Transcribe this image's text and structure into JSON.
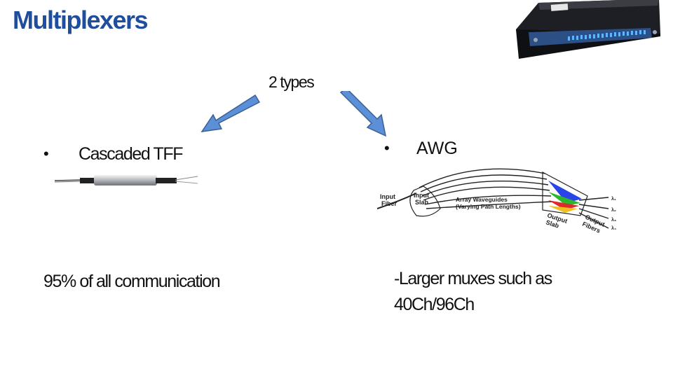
{
  "slide": {
    "title": "Multiplexers",
    "subtitle": "2 types",
    "left": {
      "bullet": "•",
      "label": "Cascaded TFF",
      "note": "95% of all communication"
    },
    "right": {
      "bullet": "•",
      "label": "AWG",
      "note": "-Larger muxes such as 40Ch/96Ch"
    },
    "awg_diagram": {
      "input_fiber": [
        "Input",
        "Fiber"
      ],
      "input_slab": [
        "Input",
        "Slab"
      ],
      "waveguides": [
        "Array Waveguides",
        "(Varying Path Lengths)"
      ],
      "output_slab": [
        "Output",
        "Slab"
      ],
      "output_fibers": [
        "Output",
        "Fibers"
      ],
      "wavelengths": [
        "λ₁",
        "λ₂",
        "λ₃",
        "λ₄"
      ]
    },
    "colors": {
      "title": "#1f4e9c",
      "arrow_fill": "#5b8fd6",
      "arrow_stroke": "#3a5f99"
    }
  }
}
